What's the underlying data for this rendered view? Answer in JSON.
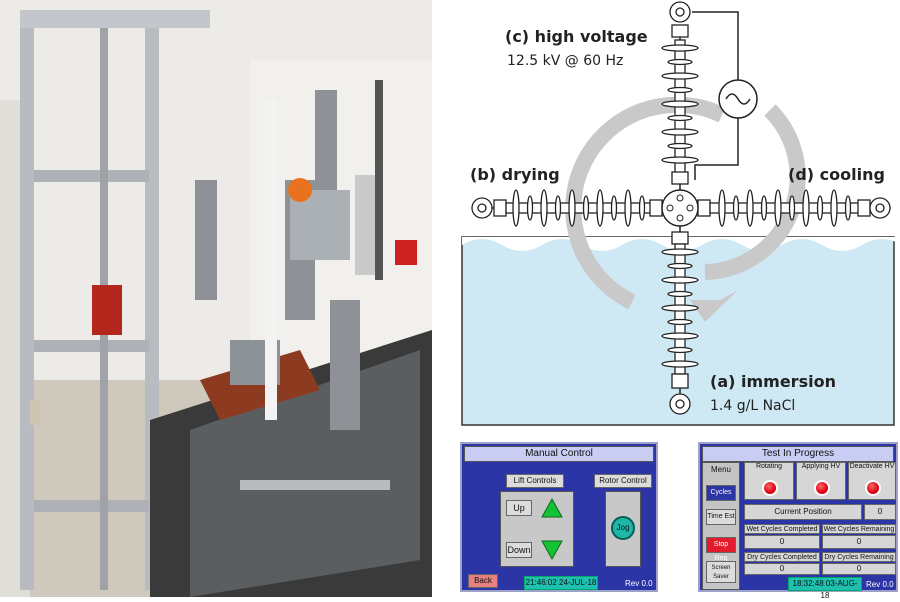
{
  "diagram": {
    "labels": {
      "high_voltage": "(c) high voltage",
      "high_voltage_spec": "12.5 kV @ 60 Hz",
      "drying": "(b) drying",
      "cooling": "(d) cooling",
      "immersion": "(a) immersion",
      "immersion_spec": "1.4 g/L NaCl"
    },
    "colors": {
      "water": "#cfe9f4",
      "rotation_arrow": "#c9c9c9",
      "insulator": "#ffffff"
    }
  },
  "manual_control": {
    "title": "Manual Control",
    "lift_controls_label": "Lift Controls",
    "rotor_control_label": "Rotor Control",
    "up_label": "Up",
    "down_label": "Down",
    "jog_label": "Jog",
    "back_label": "Back",
    "timestamp": "21:46:02 24-JUL-18",
    "revision": "Rev 0.0"
  },
  "test_in_progress": {
    "title": "Test In Progress",
    "menu_label": "Menu",
    "menu_items": [
      "Cycles",
      "Time Est",
      "Stop Req",
      "Screen Saver"
    ],
    "status_rotating": "Rotating",
    "status_applying_hv": "Applying HV",
    "status_deactivate_hv": "Deactivate HV",
    "current_position_label": "Current Position",
    "current_position_value": "0",
    "wet_completed_label": "Wet Cycles Completed",
    "wet_completed_value": "0",
    "wet_remaining_label": "Wet Cycles Remaining",
    "wet_remaining_value": "0",
    "dry_completed_label": "Dry Cycles Completed",
    "dry_completed_value": "0",
    "dry_remaining_label": "Dry Cycles Remaining",
    "dry_remaining_value": "0",
    "timestamp": "18:32:48 03-AUG-18",
    "revision": "Rev 0.0"
  }
}
